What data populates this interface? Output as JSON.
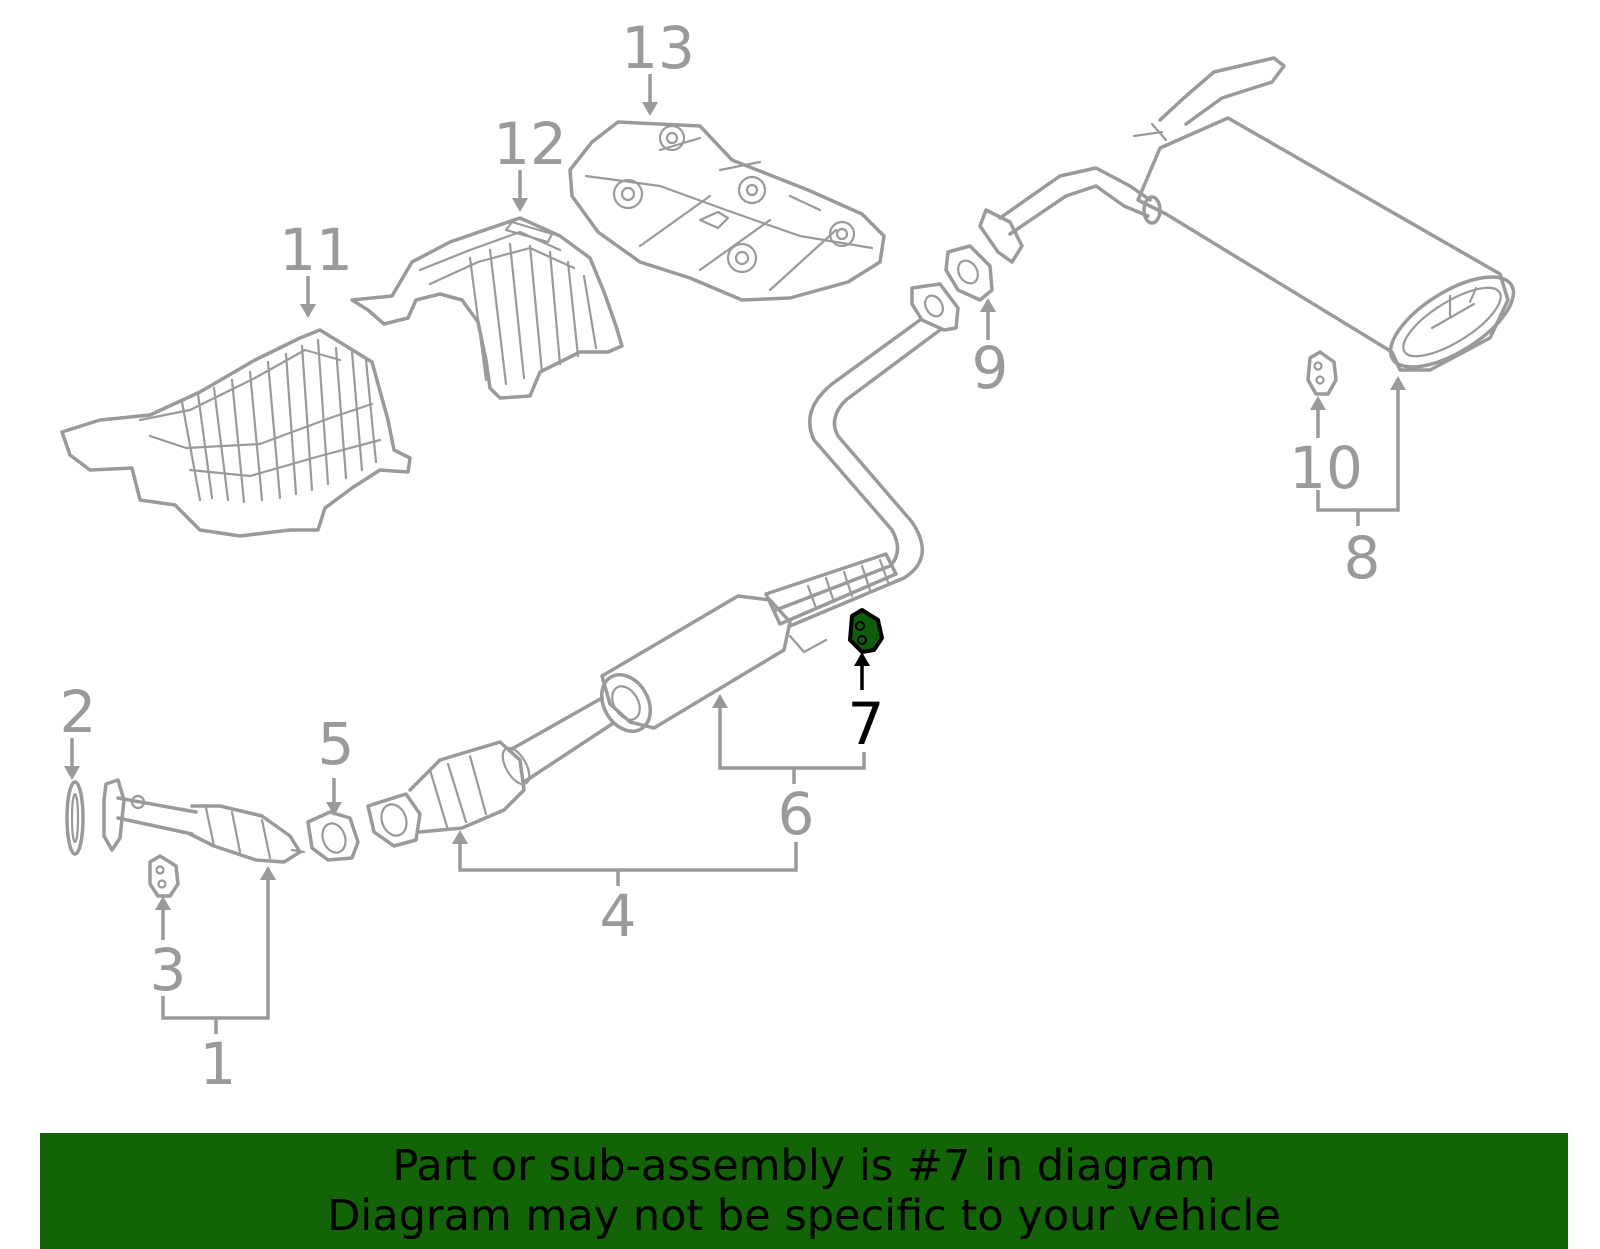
{
  "callouts": {
    "c1": "1",
    "c2": "2",
    "c3": "3",
    "c4": "4",
    "c5": "5",
    "c6": "6",
    "c7": "7",
    "c8": "8",
    "c9": "9",
    "c10": "10",
    "c11": "11",
    "c12": "12",
    "c13": "13"
  },
  "highlighted_part": "7",
  "banner": {
    "line1": "Part or sub-assembly is #7 in diagram",
    "line2": "Diagram may not be specific to your vehicle"
  },
  "colors": {
    "part_outline": "#9a9a9a",
    "highlight": "#000000",
    "highlight_fill": "#0f5c0a",
    "banner_background": "#136307",
    "banner_text": "#000000"
  }
}
